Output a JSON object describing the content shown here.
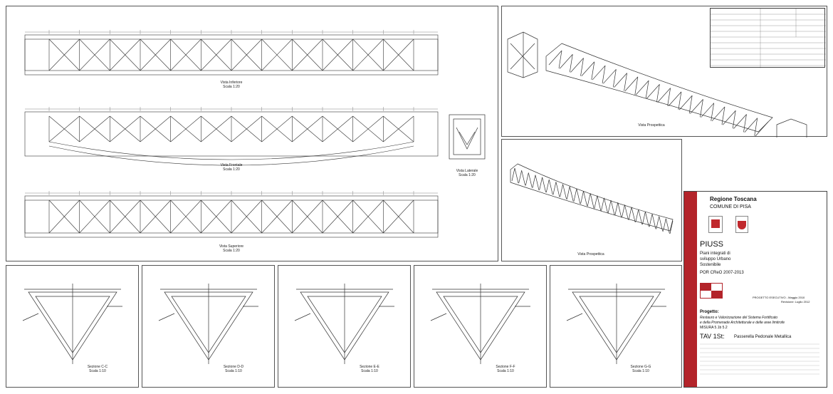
{
  "views": {
    "inferiore": {
      "label": "Vista Inferiore",
      "scale": "Scala 1:20"
    },
    "frontale": {
      "label": "Vista Frontale",
      "scale": "Scala 1:20"
    },
    "laterale": {
      "label": "Vista Laterale",
      "scale": "Scala 1:20"
    },
    "superiore": {
      "label": "Vista Superiore",
      "scale": "Scala 1:20"
    },
    "prospettica_1": {
      "label": "Vista Prospettica"
    },
    "prospettica_2": {
      "label": "Vista Prospettica"
    }
  },
  "sections": [
    {
      "label": "Sezione C-C",
      "scale": "Scala 1:10"
    },
    {
      "label": "Sezione D-D",
      "scale": "Scala 1:10"
    },
    {
      "label": "Sezione E-E",
      "scale": "Scala 1:10"
    },
    {
      "label": "Sezione F-F",
      "scale": "Scala 1:10"
    },
    {
      "label": "Sezione G-G",
      "scale": "Scala 1:10"
    }
  ],
  "title_block": {
    "region": "Regione Toscana",
    "comune": "COMUNE DI PISA",
    "program": "PIUSS",
    "program_desc_1": "Piani integrati di",
    "program_desc_2": "sviluppo Urbano",
    "program_desc_3": "Sostenibile",
    "por": "POR CReO 2007-2013",
    "phase": "PROGETTO ESECUTIVO - Maggio 2010",
    "revision": "Revisione: Luglio 2012",
    "project_heading": "Progetto:",
    "project_line_1": "Restauro e Valorizzazione del Sistema Fortificato",
    "project_line_2": "e della Promenade Architetturale e delle aree limitrofe",
    "measure": "MISURA 5.1b 5.2",
    "table_code": "TAV 1St:",
    "table_title": "Passerella Pedonale Metallica"
  },
  "colors": {
    "accent": "#b3242a",
    "line": "#333333"
  }
}
